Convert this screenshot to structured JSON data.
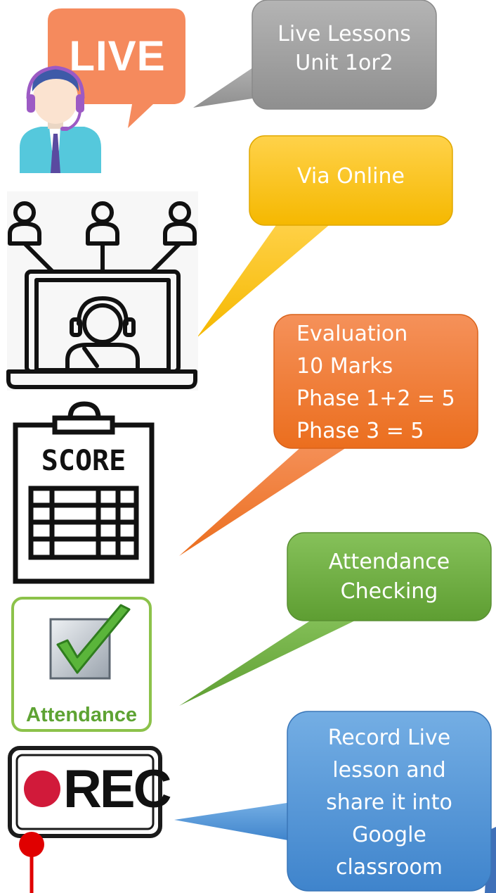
{
  "icons": {
    "live_badge": "LIVE",
    "score_label": "SCORE",
    "attendance_label": "Attendance",
    "rec_label": "REC"
  },
  "callouts": {
    "live": {
      "lines": [
        "Live Lessons",
        "Unit  1or2"
      ],
      "color": "#a6a6a6"
    },
    "online": {
      "lines": [
        "Via Online"
      ],
      "color": "#ffc000"
    },
    "evaluation": {
      "lines": [
        "Evaluation",
        "10 Marks",
        "Phase 1+2 = 5",
        "Phase 3 = 5"
      ],
      "color": "#f07c30"
    },
    "attendance": {
      "lines": [
        "Attendance",
        "Checking"
      ],
      "color": "#70ad47"
    },
    "record": {
      "lines": [
        "Record  Live",
        "lesson and",
        "share it into",
        "Google",
        "classroom"
      ],
      "color": "#5b9bd5"
    }
  }
}
